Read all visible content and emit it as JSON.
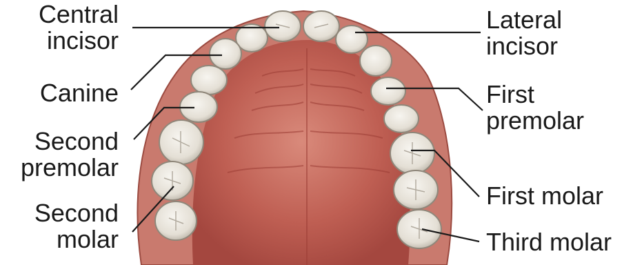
{
  "colors": {
    "gum": "#c97a6e",
    "gum_dark": "#a4473f",
    "palate": "#b9584d",
    "palate_light": "#cf7a6b",
    "tooth": "#ece9e2",
    "tooth_shadow": "#b9b2a6",
    "leader": "#1a1a1a",
    "text": "#1a1a1a"
  },
  "labels": {
    "central_incisor": [
      "Central",
      "incisor"
    ],
    "lateral_incisor": [
      "Lateral",
      "incisor"
    ],
    "canine": [
      "Canine"
    ],
    "first_premolar": [
      "First",
      "premolar"
    ],
    "second_premolar": [
      "Second",
      "premolar"
    ],
    "first_molar": [
      "First molar"
    ],
    "second_molar": [
      "Second",
      "molar"
    ],
    "third_molar": [
      "Third molar"
    ]
  }
}
